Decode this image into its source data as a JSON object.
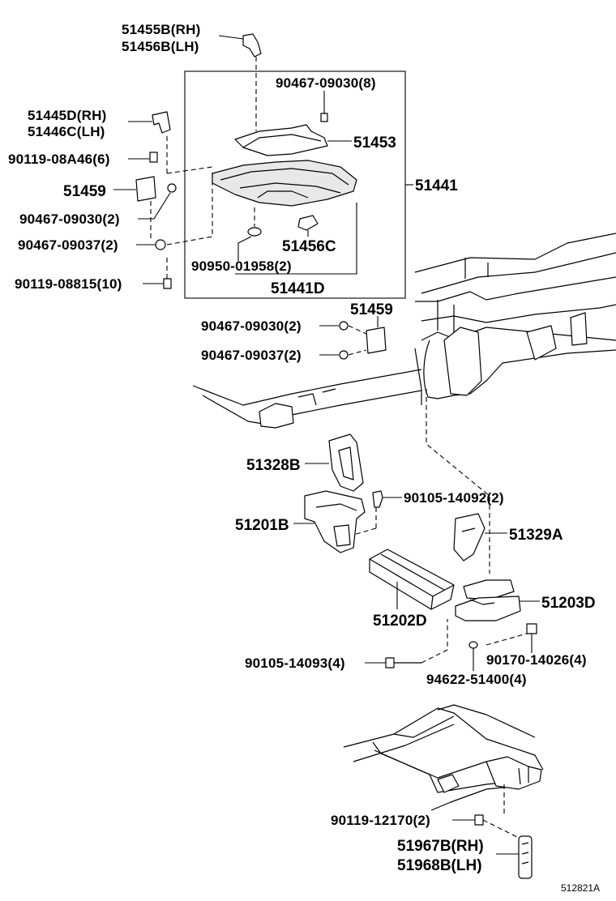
{
  "diagram": {
    "labels": {
      "p51455b": "51455B(RH)",
      "p51456b": "51456B(LH)",
      "p90467_09030_8": "90467-09030(8)",
      "p51445d": "51445D(RH)",
      "p51446c": "51446C(LH)",
      "p51453": "51453",
      "p90119_08a46": "90119-08A46(6)",
      "p51441": "51441",
      "p51459_a": "51459",
      "p90467_09030_2a": "90467-09030(2)",
      "p51456c": "51456C",
      "p90467_09037_2a": "90467-09037(2)",
      "p90950_01958": "90950-01958(2)",
      "p90119_08815": "90119-08815(10)",
      "p51441d": "51441D",
      "p51459_b": "51459",
      "p90467_09030_2b": "90467-09030(2)",
      "p90467_09037_2b": "90467-09037(2)",
      "p51328b": "51328B",
      "p90105_14092": "90105-14092(2)",
      "p51201b": "51201B",
      "p51329a": "51329A",
      "p51203d": "51203D",
      "p51202d": "51202D",
      "p90105_14093": "90105-14093(4)",
      "p90170_14026": "90170-14026(4)",
      "p94622_51400": "94622-51400(4)",
      "p90119_12170": "90119-12170(2)",
      "p51967b": "51967B(RH)",
      "p51968b": "51968B(LH)",
      "figure_id": "512821A"
    }
  }
}
